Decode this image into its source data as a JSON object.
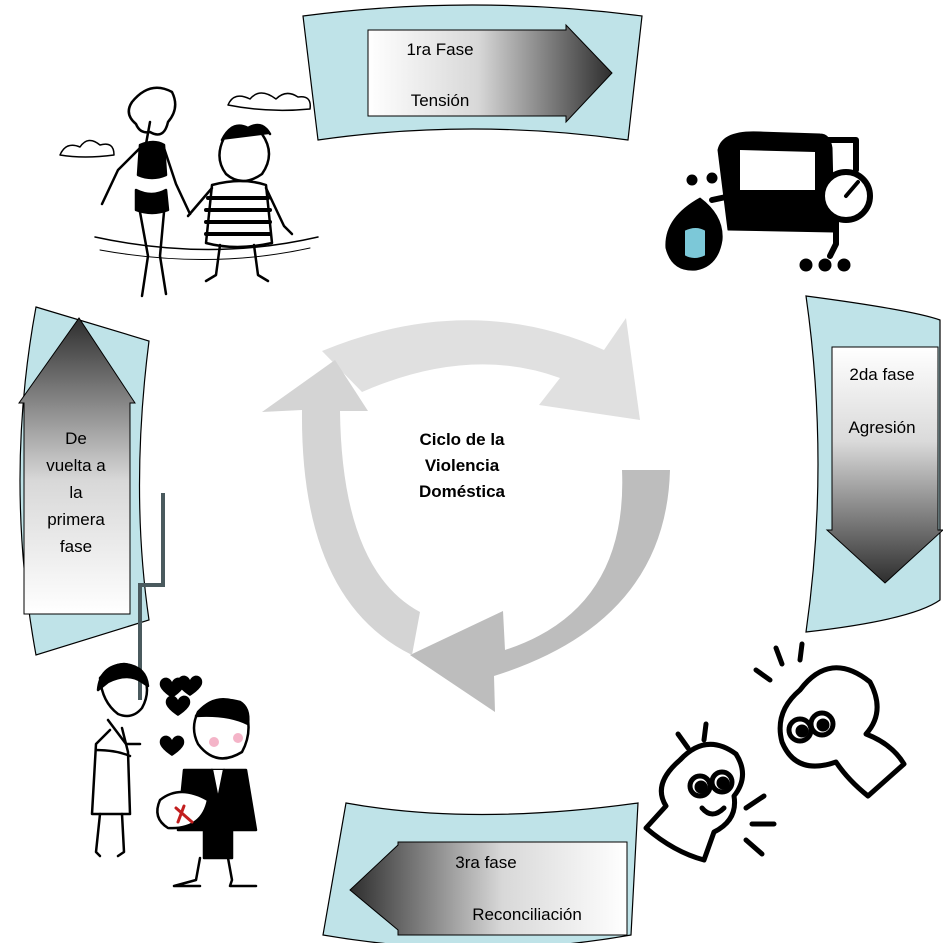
{
  "title": [
    "Ciclo de la",
    "Violencia",
    "Doméstica"
  ],
  "phases": {
    "tension": {
      "line1": "1ra Fase",
      "line2": "Tensión"
    },
    "aggression": {
      "line1": "2da fase",
      "line2": "Agresión"
    },
    "reconciliation": {
      "line1": "3ra fase",
      "line2": "Reconciliación"
    },
    "back": {
      "lines": [
        "De",
        "vuelta a",
        "la",
        "primera",
        "fase"
      ]
    }
  },
  "colors": {
    "band": "#bfe3e8",
    "band_stroke": "#000000",
    "arrow_dark": "#3a3a3a",
    "arrow_light": "#ffffff",
    "cycle_arrow": "#c8c8c8",
    "connector": "#4a5a5e"
  },
  "icons": [
    "couple-beach-icon",
    "pressure-gauge-icon",
    "angry-faces-icon",
    "romantic-couple-icon",
    "hearts-icon"
  ]
}
